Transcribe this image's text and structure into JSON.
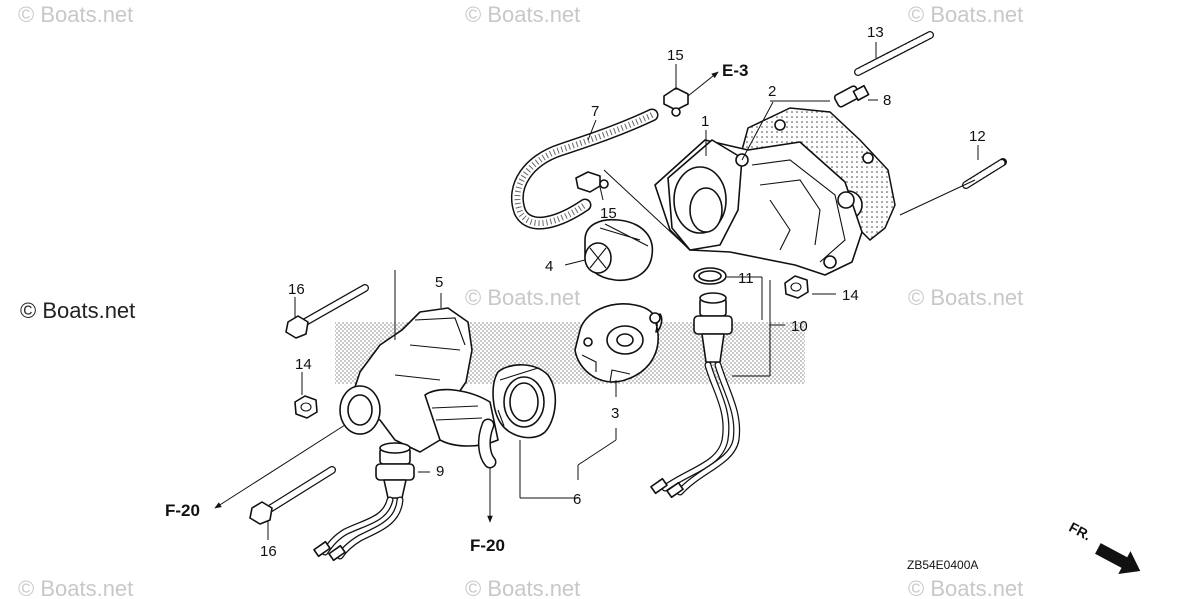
{
  "watermarks": {
    "top_left": "© Boats.net",
    "top_center": "© Boats.net",
    "top_right": "© Boats.net",
    "left": "© Boats.net",
    "mid_center": "© Boats.net",
    "mid_right": "© Boats.net",
    "bottom_left": "© Boats.net",
    "bottom_center": "© Boats.net",
    "bottom_right": "© Boats.net"
  },
  "callouts": {
    "c1": "1",
    "c2": "2",
    "c3": "3",
    "c4": "4",
    "c5": "5",
    "c6": "6",
    "c7": "7",
    "c8": "8",
    "c9": "9",
    "c10": "10",
    "c11": "11",
    "c12": "12",
    "c13": "13",
    "c14a": "14",
    "c14b": "14",
    "c15a": "15",
    "c15b": "15",
    "c16a": "16",
    "c16b": "16"
  },
  "references": {
    "e3": "E-3",
    "f20_left": "F-20",
    "f20_bottom": "F-20"
  },
  "diagram_code": "ZB54E0400A",
  "front_indicator": "FR.",
  "colors": {
    "line": "#111111",
    "watermark": "#c8c8c8",
    "background": "#ffffff"
  }
}
